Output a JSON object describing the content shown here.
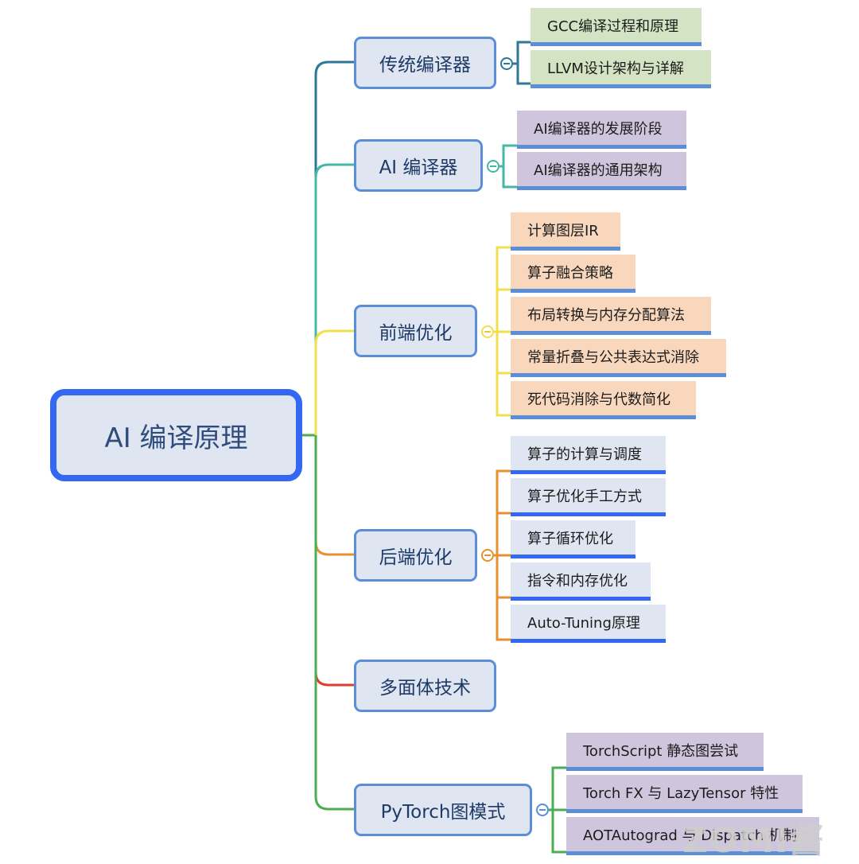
{
  "root": {
    "label": "AI 编译原理",
    "border_color": "#3468f2"
  },
  "branches": [
    {
      "label": "传统编译器",
      "edge_color": "#2d7898",
      "children": [
        "GCC编译过程和原理",
        "LLVM设计架构与详解"
      ],
      "child_fill": "#d3e3c4"
    },
    {
      "label": "AI 编译器",
      "edge_color": "#43b8a4",
      "children": [
        "AI编译器的发展阶段",
        "AI编译器的通用架构"
      ],
      "child_fill": "#cfc6dd"
    },
    {
      "label": "前端优化",
      "edge_color": "#f2df4c",
      "children": [
        "计算图层IR",
        "算子融合策略",
        "布局转换与内存分配算法",
        "常量折叠与公共表达式消除",
        "死代码消除与代数简化"
      ],
      "child_fill": "#f8d7bd"
    },
    {
      "label": "后端优化",
      "edge_color": "#e8902e",
      "children": [
        "算子的计算与调度",
        "算子优化手工方式",
        "算子循环优化",
        "指令和内存优化",
        "Auto-Tuning原理"
      ],
      "child_fill": "#dfe6f2"
    },
    {
      "label": "多面体技术",
      "edge_color": "#e23b2e",
      "children": []
    },
    {
      "label": "PyTorch图模式",
      "edge_color": "#4cae50",
      "children": [
        "TorchScript 静态图尝试",
        "Torch FX 与 LazyTensor 特性",
        "AOTAutograd 与 Dispatch 机制"
      ],
      "child_fill": "#cfc6dd"
    }
  ],
  "watermark": "ZOMI酱"
}
